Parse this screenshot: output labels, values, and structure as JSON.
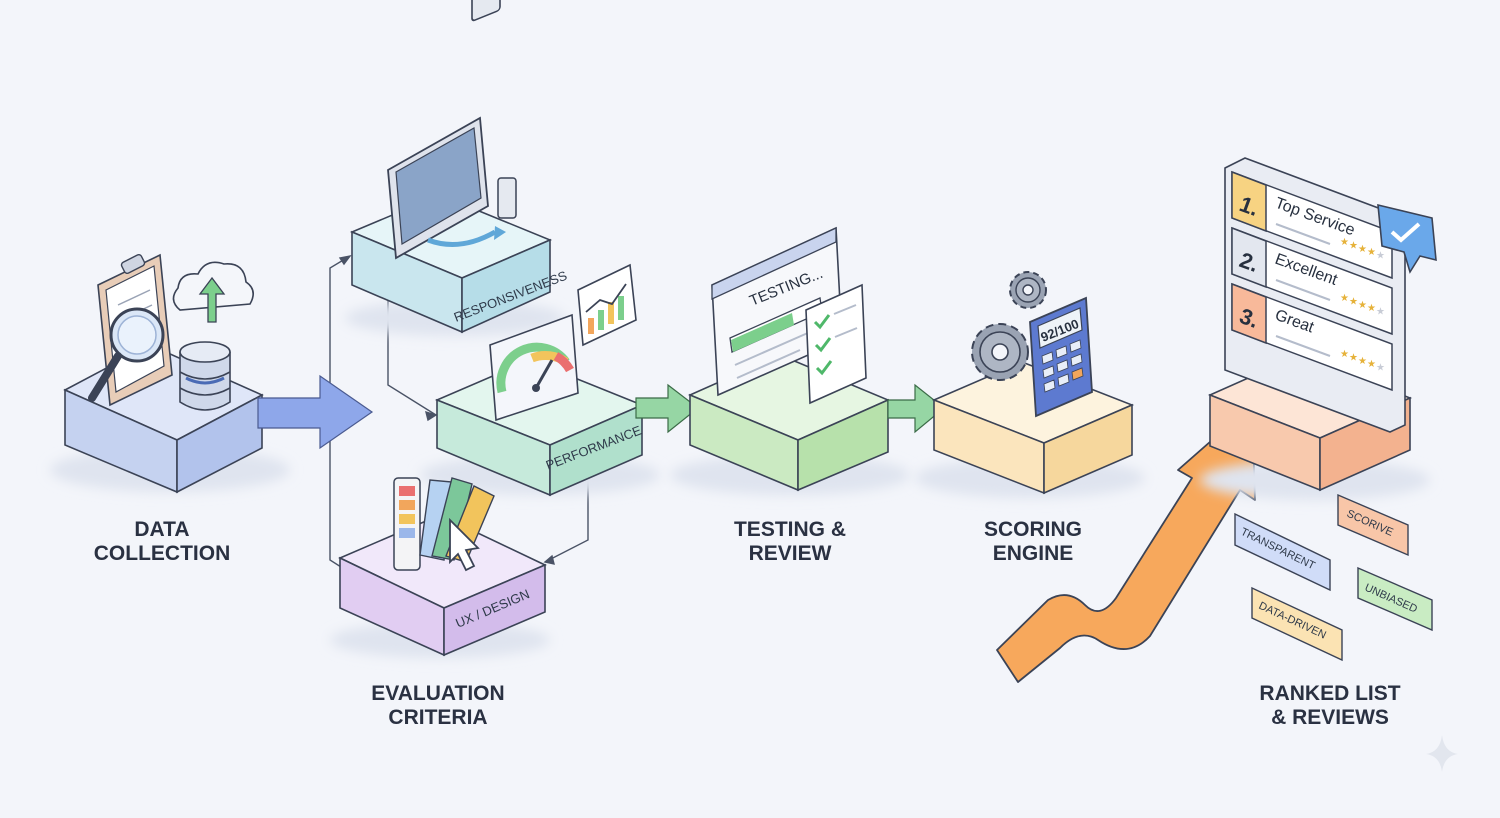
{
  "stages": {
    "data_collection": {
      "line1": "DATA",
      "line2": "COLLECTION"
    },
    "evaluation_criteria": {
      "line1": "EVALUATION",
      "line2": "CRITERIA"
    },
    "testing_review": {
      "line1": "TESTING &",
      "line2": "REVIEW"
    },
    "scoring_engine": {
      "line1": "SCORING",
      "line2": "ENGINE"
    },
    "ranked_list": {
      "line1": "RANKED LIST",
      "line2": "& REVIEWS"
    }
  },
  "criteria_blocks": {
    "responsiveness": "RESPONSIVENESS",
    "performance": "PERFORMANCE",
    "ux_design": "UX / DESIGN"
  },
  "testing_window": {
    "status_text": "TESTING..."
  },
  "calculator": {
    "score": "92/100"
  },
  "ranked_cards": [
    {
      "rank": "1.",
      "title": "Top Service"
    },
    {
      "rank": "2.",
      "title": "Excellent"
    },
    {
      "rank": "3.",
      "title": "Great"
    }
  ],
  "tags": {
    "transparent": "TRANSPARENT",
    "scorive": "SCORIVE",
    "unbiased": "UNBIASED",
    "data_driven": "DATA-DRIVEN"
  },
  "colors": {
    "blue": "#c9d6f4",
    "cyan": "#cfeaf1",
    "teal": "#cdeee0",
    "purple": "#e4d3f3",
    "green": "#d3efcb",
    "yellow": "#fbe7c1",
    "orange": "#f8c9ad",
    "arrow_orange": "#f7a85c"
  },
  "icons": {
    "clipboard": "clipboard-icon",
    "magnifier": "magnifier-icon",
    "cloud_upload": "cloud-upload-icon",
    "database": "database-icon",
    "devices": "devices-icon",
    "gauge": "gauge-icon",
    "growth_chart": "growth-chart-icon",
    "swatches": "color-swatches-icon",
    "cursor": "cursor-icon",
    "checklist": "checklist-icon",
    "gears": "gears-icon",
    "calculator": "calculator-icon",
    "check_badge": "check-badge-icon",
    "sparkle": "sparkle-icon"
  }
}
